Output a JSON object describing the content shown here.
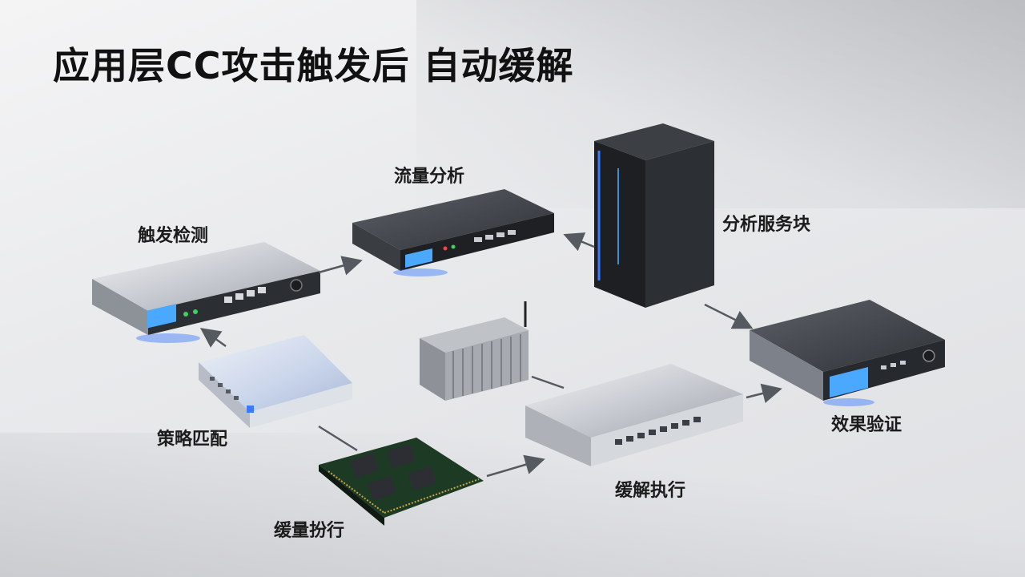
{
  "title": "应用层CC攻击触发后  自动缓解",
  "nodes": {
    "trigger": "触发检测",
    "traffic": "流量分析",
    "server": "分析服务块",
    "policy": "策略匹配",
    "release": "缓量扮行",
    "mitigate": "缓解执行",
    "verify": "效果验证"
  },
  "colors": {
    "accent_blue": "#3a7bff",
    "screen_blue": "#4aa8ff",
    "arrow": "#555a60"
  }
}
